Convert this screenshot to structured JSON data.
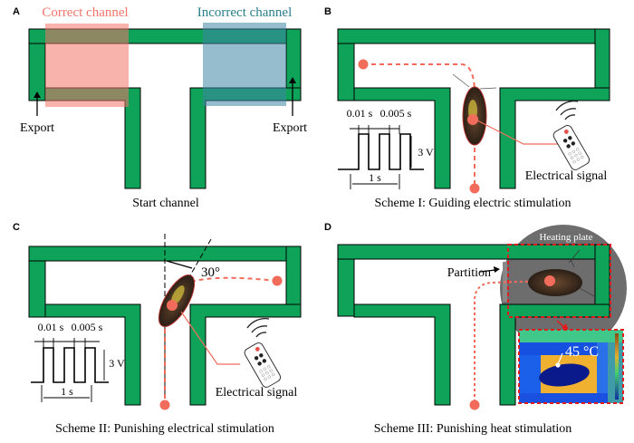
{
  "colors": {
    "wall": "#0fa35a",
    "correct": "#f4756a",
    "incorrect": "#3f86a6",
    "path": "#f26c5c",
    "heat_plate": "#6d6d6d",
    "red_box": "#e01c1c"
  },
  "panels": [
    {
      "letter": "A",
      "caption": "Start channel",
      "correct_label": "Correct channel",
      "incorrect_label": "Incorrect channel",
      "export_left": "Export",
      "export_right": "Export"
    },
    {
      "letter": "B",
      "caption": "Scheme I: Guiding electric stimulation",
      "pulse_width": "0.01 s",
      "pulse_gap": "0.005 s",
      "amplitude": "3 V",
      "period": "1 s",
      "signal_label": "Electrical signal"
    },
    {
      "letter": "C",
      "caption": "Scheme II: Punishing electrical stimulation",
      "angle": "30°",
      "pulse_width": "0.01 s",
      "pulse_gap": "0.005 s",
      "amplitude": "3 V",
      "period": "1 s",
      "signal_label": "Electrical signal"
    },
    {
      "letter": "D",
      "caption": "Scheme III: Punishing heat stimulation",
      "partition_label": "Partition",
      "heating_label": "Heating plate",
      "temperature": "45 °C"
    }
  ]
}
